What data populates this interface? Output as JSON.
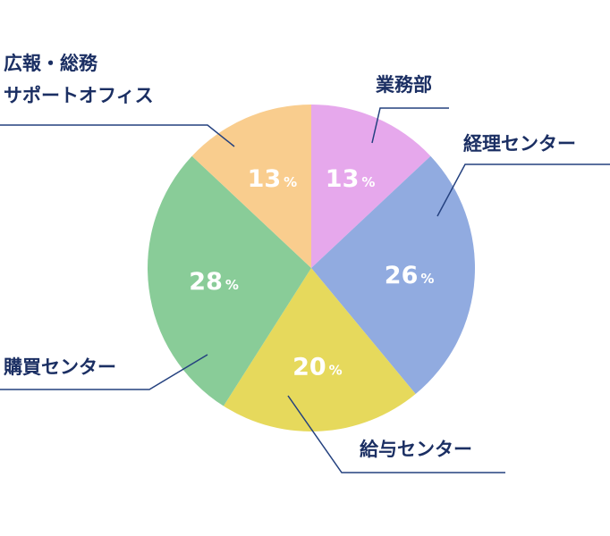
{
  "chart_data": {
    "type": "pie",
    "title": "",
    "unit": "%",
    "slices": [
      {
        "label": "業務部",
        "value": 13,
        "color": "#e6a8ec"
      },
      {
        "label": "経理センター",
        "value": 26,
        "color": "#91abe0"
      },
      {
        "label": "給与センター",
        "value": 20,
        "color": "#e6d95c"
      },
      {
        "label": "購買センター",
        "value": 28,
        "color": "#89cc98"
      },
      {
        "label": "広報・総務\nサポートオフィス",
        "value": 13,
        "color": "#f9cd8e"
      }
    ],
    "start": "top, clockwise",
    "legend": "none (external labels with leader lines)"
  },
  "label_color": "#1b2f63",
  "leader_color": "#24417f"
}
